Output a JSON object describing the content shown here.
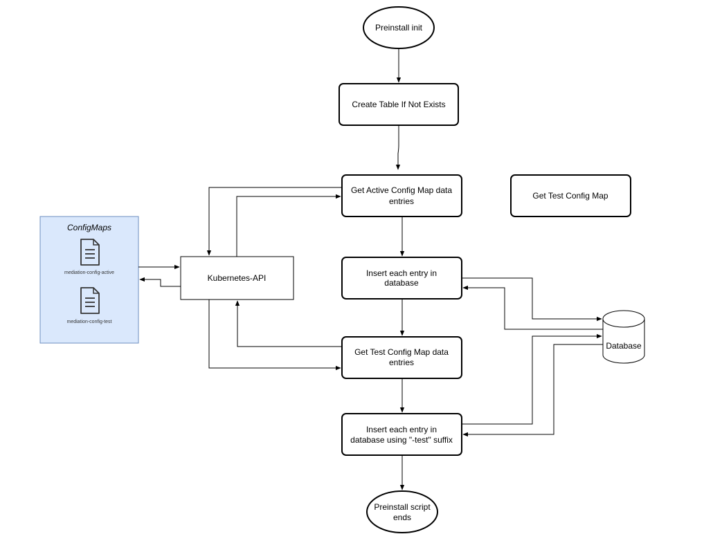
{
  "nodes": {
    "start": "Preinstall init",
    "create_table": "Create Table If Not Exists",
    "get_active_1": "Get Active Config Map data",
    "get_active_2": "entries",
    "get_test_standalone": "Get Test Config Map",
    "insert_active_1": "Insert each entry in",
    "insert_active_2": "database",
    "get_test_1": "Get Test Config Map data",
    "get_test_2": "entries",
    "insert_test_1": "Insert each entry in",
    "insert_test_2": "database using \"-test\" suffix",
    "end_1": "Preinstall script",
    "end_2": "ends",
    "kubernetes_api": "Kubernetes-API",
    "database": "Database"
  },
  "configmaps": {
    "title": "ConfigMaps",
    "files": [
      "mediation-config-active",
      "mediation-config-test"
    ],
    "icon": "document-icon",
    "fill": "#dae8fc",
    "stroke": "#6c8ebf"
  }
}
